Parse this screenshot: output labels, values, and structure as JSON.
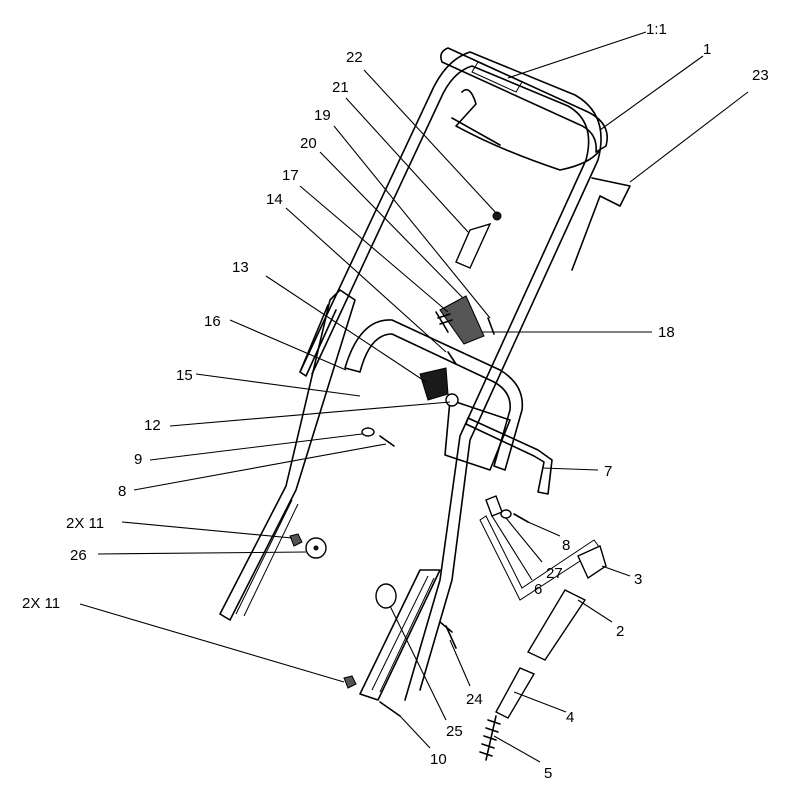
{
  "callouts": [
    {
      "id": "c-1to1",
      "label": "1:1"
    },
    {
      "id": "c-1",
      "label": "1"
    },
    {
      "id": "c-23",
      "label": "23"
    },
    {
      "id": "c-22",
      "label": "22"
    },
    {
      "id": "c-21",
      "label": "21"
    },
    {
      "id": "c-19",
      "label": "19"
    },
    {
      "id": "c-20",
      "label": "20"
    },
    {
      "id": "c-17",
      "label": "17"
    },
    {
      "id": "c-14",
      "label": "14"
    },
    {
      "id": "c-13",
      "label": "13"
    },
    {
      "id": "c-16",
      "label": "16"
    },
    {
      "id": "c-15",
      "label": "15"
    },
    {
      "id": "c-18",
      "label": "18"
    },
    {
      "id": "c-12",
      "label": "12"
    },
    {
      "id": "c-9",
      "label": "9"
    },
    {
      "id": "c-8a",
      "label": "8"
    },
    {
      "id": "c-7",
      "label": "7"
    },
    {
      "id": "c-2x11a",
      "label": "2X 11"
    },
    {
      "id": "c-26",
      "label": "26"
    },
    {
      "id": "c-8b",
      "label": "8"
    },
    {
      "id": "c-27",
      "label": "27"
    },
    {
      "id": "c-6",
      "label": "6"
    },
    {
      "id": "c-3",
      "label": "3"
    },
    {
      "id": "c-2",
      "label": "2"
    },
    {
      "id": "c-2x11b",
      "label": "2X 11"
    },
    {
      "id": "c-24",
      "label": "24"
    },
    {
      "id": "c-4",
      "label": "4"
    },
    {
      "id": "c-25",
      "label": "25"
    },
    {
      "id": "c-10",
      "label": "10"
    },
    {
      "id": "c-5",
      "label": "5"
    }
  ]
}
